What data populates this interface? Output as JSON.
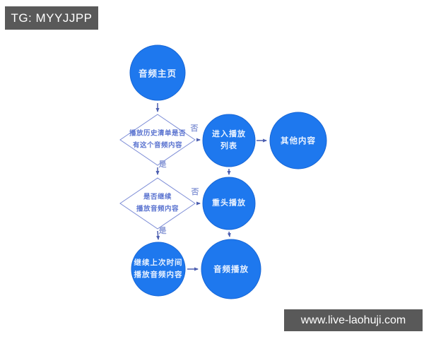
{
  "badges": {
    "top_left": "TG: MYYJJPP",
    "bottom_right": "www.live-laohuji.com"
  },
  "flowchart": {
    "nodes": {
      "home": {
        "label": "音频主页"
      },
      "history_check": {
        "line1": "播放历史清单是否",
        "line2": "有这个音频内容"
      },
      "enter_playlist": {
        "line1": "进入播放",
        "line2": "列表"
      },
      "other_content": {
        "label": "其他内容"
      },
      "continue_check": {
        "line1": "是否继续",
        "line2": "播放音频内容"
      },
      "replay_from_start": {
        "label": "重头播放"
      },
      "continue_from_last": {
        "line1": "继续上次时间",
        "line2": "播放音频内容"
      },
      "audio_play": {
        "label": "音频播放"
      }
    },
    "edge_labels": {
      "history_no": "否",
      "history_yes": "是",
      "continue_no": "否",
      "continue_yes": "是"
    },
    "colors": {
      "node_fill": "#1e78ee",
      "node_stroke": "#1766d6",
      "node_text": "#e9f2ff",
      "diamond_border": "#7c8cd6",
      "diamond_text": "#5b74d0",
      "arrow": "#4d5fb0",
      "edge_label_text": "#8d9cd8",
      "watermark_bg": "#595959",
      "watermark_text": "#ffffff"
    }
  }
}
